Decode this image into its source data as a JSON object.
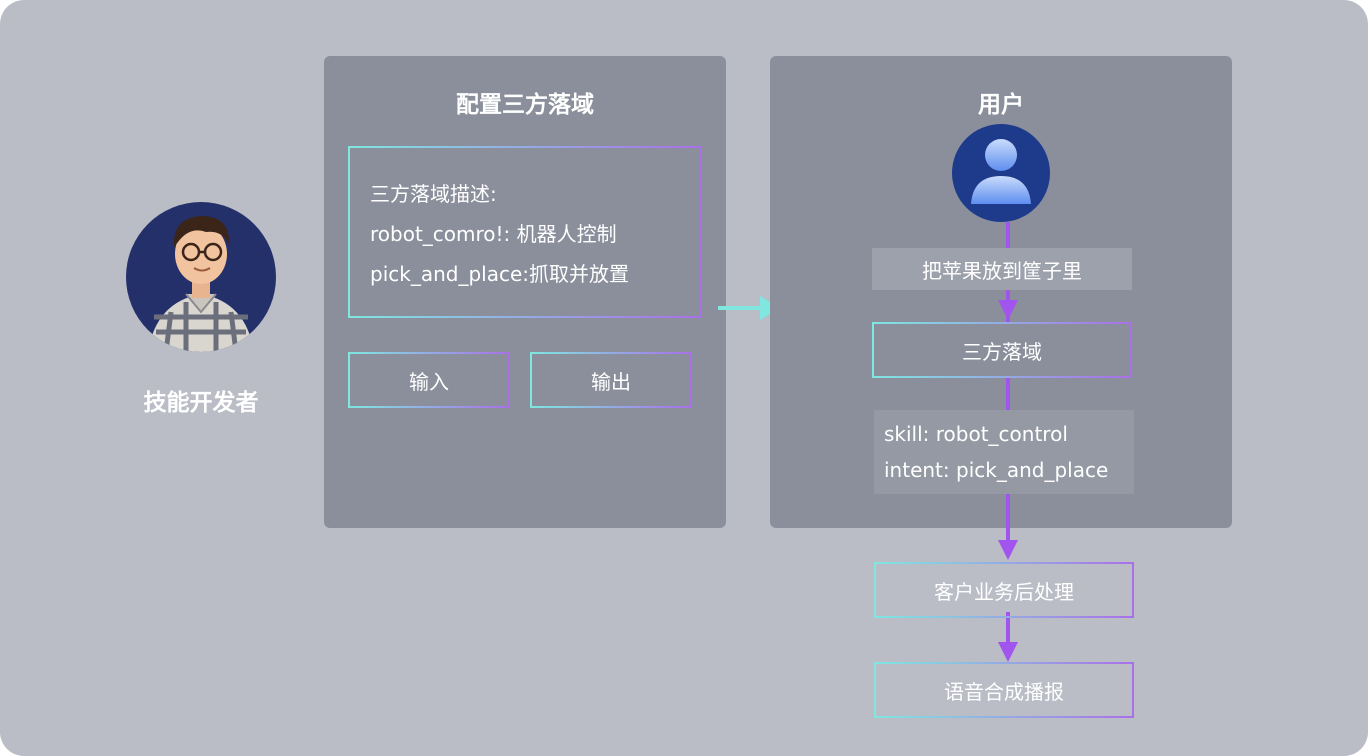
{
  "developer": {
    "label": "技能开发者"
  },
  "config_panel": {
    "title": "配置三方落域",
    "description_lines": [
      "三方落域描述:",
      "robot_comro!: 机器人控制",
      "pick_and_place:抓取并放置"
    ],
    "input_button": "输入",
    "output_button": "输出"
  },
  "user_panel": {
    "title": "用户",
    "utterance": "把苹果放到筐子里",
    "domain_box": "三方落域",
    "result_lines": [
      "skill: robot_control",
      "intent: pick_and_place"
    ]
  },
  "post_processing": "客户业务后处理",
  "tts": "语音合成播报",
  "colors": {
    "background": "#babdc6",
    "panel": "#8a8f9b",
    "gradient_start": "#7fe6e0",
    "gradient_end": "#a970e8",
    "flow_arrow": "#a254ef",
    "connector_arrow": "#7fe6e0",
    "avatar_bg": "#24306a",
    "user_avatar_bg": "#1e3a8a"
  }
}
